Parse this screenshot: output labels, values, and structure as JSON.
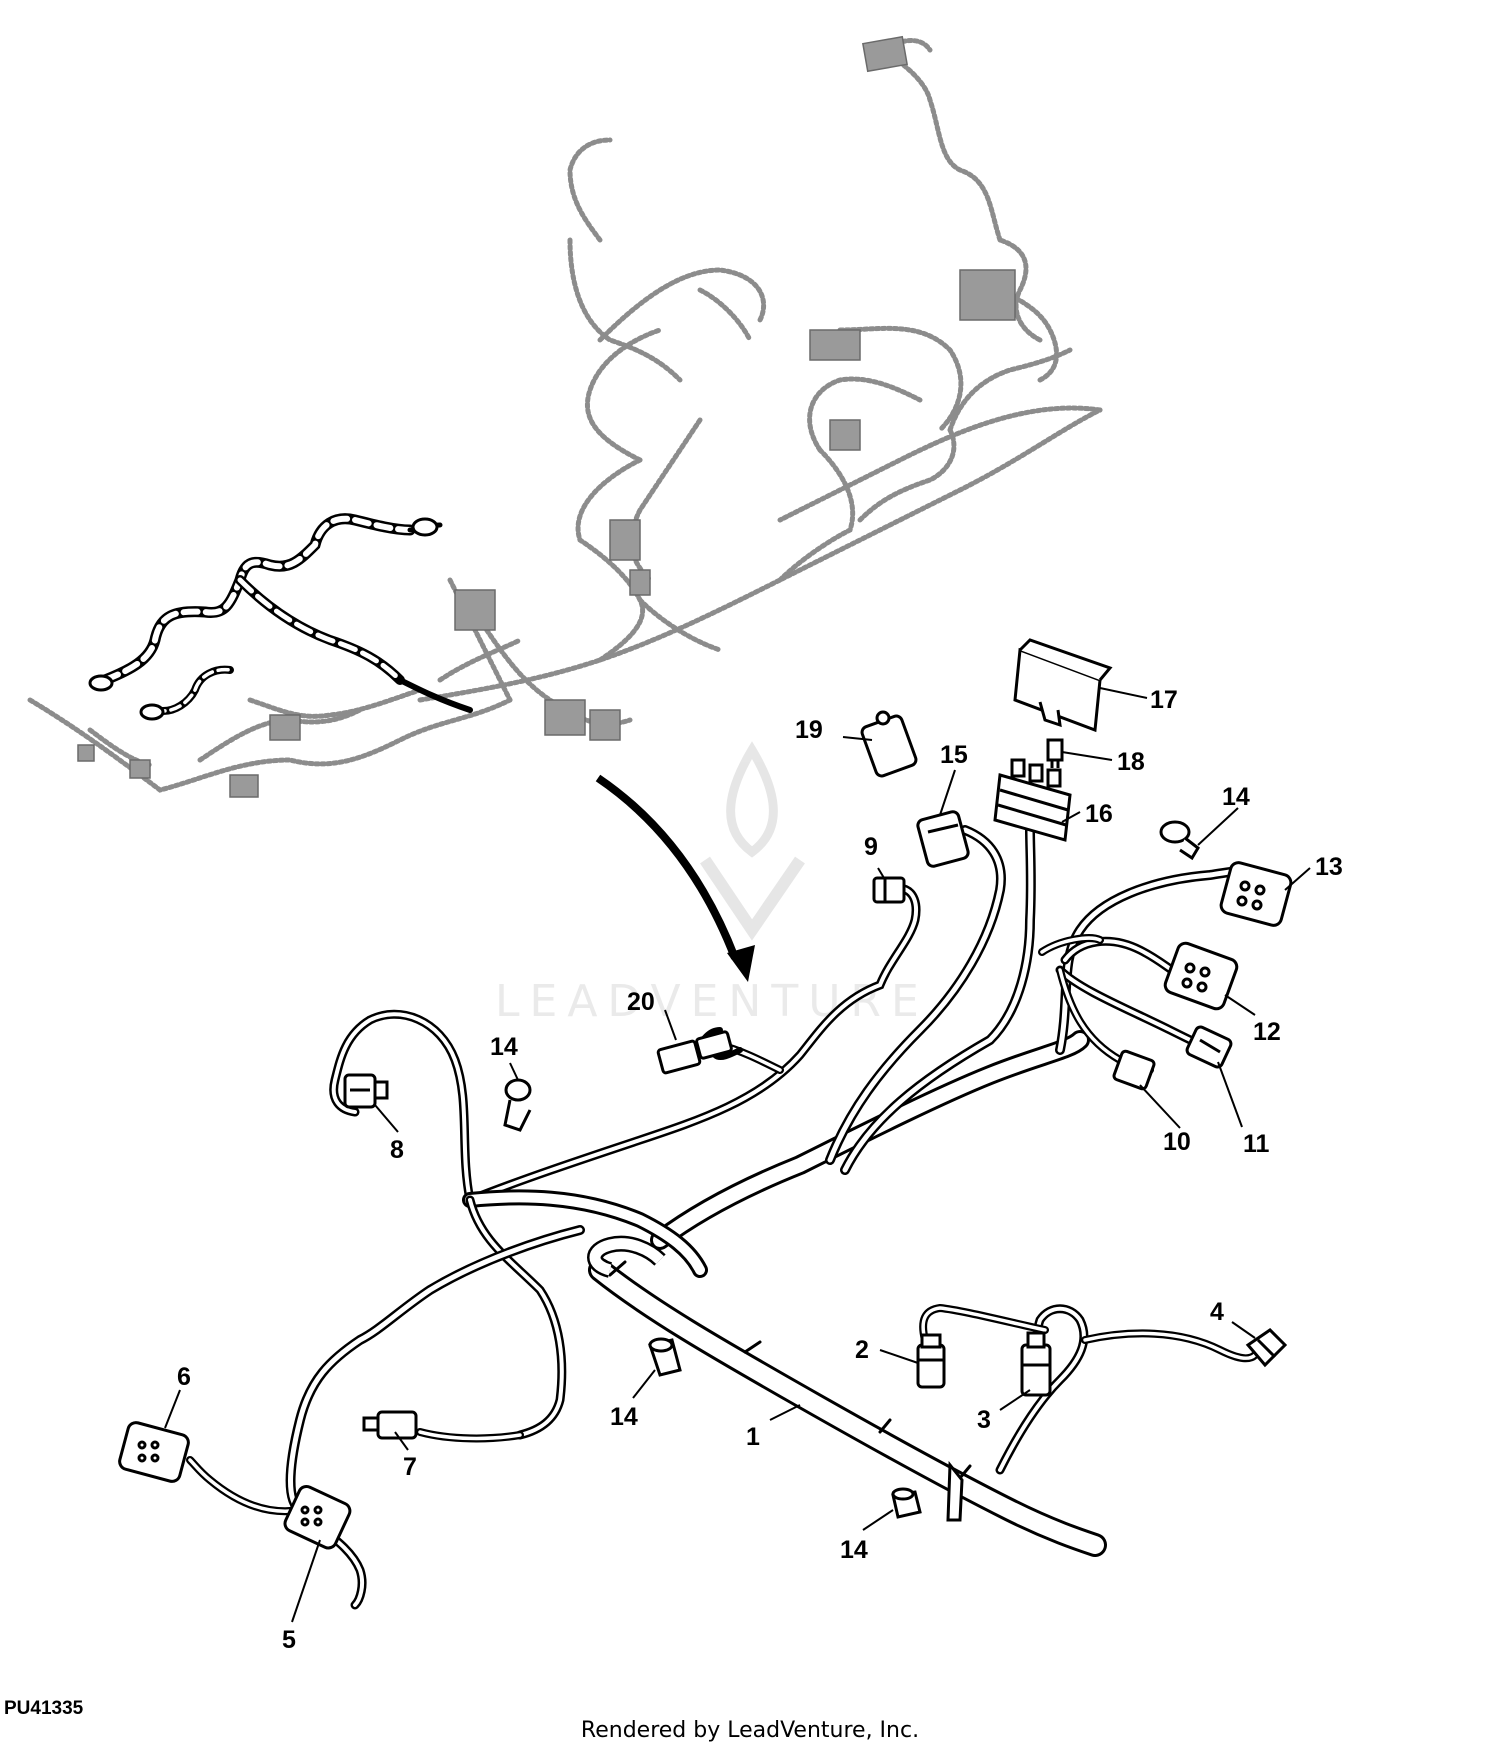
{
  "figure_id": "PU41335",
  "footer_text": "Rendered by LeadVenture, Inc.",
  "watermark_text": "LEADVENTURE",
  "callouts": [
    "1",
    "2",
    "3",
    "4",
    "5",
    "6",
    "7",
    "8",
    "9",
    "10",
    "11",
    "12",
    "13",
    "14",
    "14",
    "14",
    "14",
    "15",
    "16",
    "17",
    "18",
    "19",
    "20"
  ],
  "colors": {
    "line": "#000000",
    "ghost": "#8c8c8c",
    "watermark": "#e8e8e8",
    "background": "#ffffff"
  }
}
